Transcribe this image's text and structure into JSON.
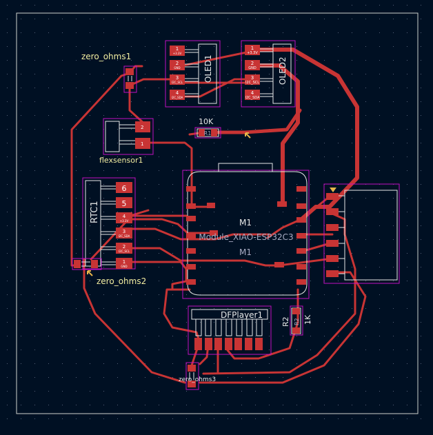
{
  "colors": {
    "background": "#001023",
    "grid": "#55637a",
    "edge_cuts": "#d0d2cd",
    "trace": "#c83434",
    "pad": "#c83434",
    "courtyard": "#c20fc2",
    "silkscreen": "#f2eda1",
    "silk_white": "#e8e8e8",
    "fab_text": "#a8abc3",
    "marker": "#e8b54a"
  },
  "footprints": {
    "zero_ohms1": {
      "ref": "zero_ohms1"
    },
    "oled1": {
      "ref": "OLED1",
      "pin_numbers": [
        "1",
        "2",
        "3",
        "4"
      ],
      "pin_names": [
        "+3.3V",
        "GND",
        "I2C_SCL",
        "I2C_SDA"
      ]
    },
    "oled2": {
      "ref": "OLED2",
      "pin_numbers": [
        "1",
        "2",
        "3",
        "4"
      ],
      "pin_names": [
        "+3.3V",
        "GND",
        "I2C_SCL",
        "I2C_SDA"
      ]
    },
    "r1": {
      "value": "10K",
      "ref": "R1"
    },
    "flexsensor1": {
      "ref": "flexsensor1",
      "pin_numbers": [
        "2",
        "1"
      ]
    },
    "rtc1": {
      "ref": "RTC1",
      "pin_numbers": [
        "6",
        "5",
        "4",
        "3",
        "2",
        "1"
      ],
      "pin_names": [
        "",
        "",
        "+3.3V",
        "I2C_SDA",
        "I2C_SCL",
        "GND"
      ]
    },
    "zero_ohms2": {
      "ref": "zero_ohms2"
    },
    "m1": {
      "ref": "M1",
      "value": "Module_XIAO-ESP32C3",
      "ref_fab": "M1"
    },
    "dfplayer1": {
      "ref": "DFPlayer1"
    },
    "r2": {
      "ref": "R2",
      "value": "1K",
      "pad_label": "R2"
    },
    "zero_ohms3": {
      "ref": "zero_ohms3"
    }
  }
}
